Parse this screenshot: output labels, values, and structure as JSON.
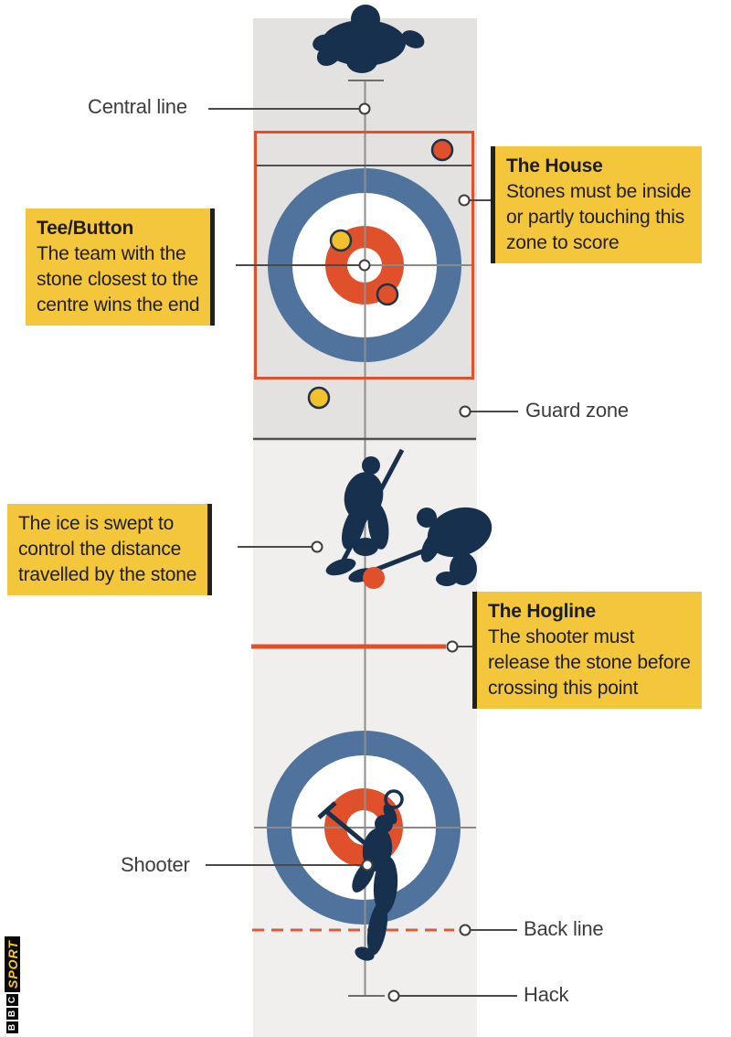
{
  "labels": {
    "central_line": "Central line",
    "guard_zone": "Guard zone",
    "shooter": "Shooter",
    "back_line": "Back line",
    "hack": "Hack"
  },
  "callouts": {
    "tee": {
      "title": "Tee/Button",
      "body": "The team with the\nstone closest to the\ncentre wins the end"
    },
    "house": {
      "title": "The House",
      "body": "Stones must be inside\nor partly touching this\nzone to score"
    },
    "sweep": {
      "body": "The ice is swept to\ncontrol the distance\ntravelled by the stone"
    },
    "hogline": {
      "title": "The Hogline",
      "body": "The shooter must\nrelease the stone before\ncrossing this point"
    }
  },
  "logo": {
    "letters": [
      "B",
      "B",
      "C"
    ],
    "sport": "SPORT"
  },
  "colors": {
    "orange": "#e0502b",
    "stone_yellow": "#f2c12b",
    "callout_yellow": "#f4c63c",
    "ring_blue": "#50739e",
    "figure_navy": "#16304e",
    "sheet_dark": "#e3e2e0",
    "sheet_light": "#f0efed",
    "back_line_dash": "#e2573a"
  }
}
